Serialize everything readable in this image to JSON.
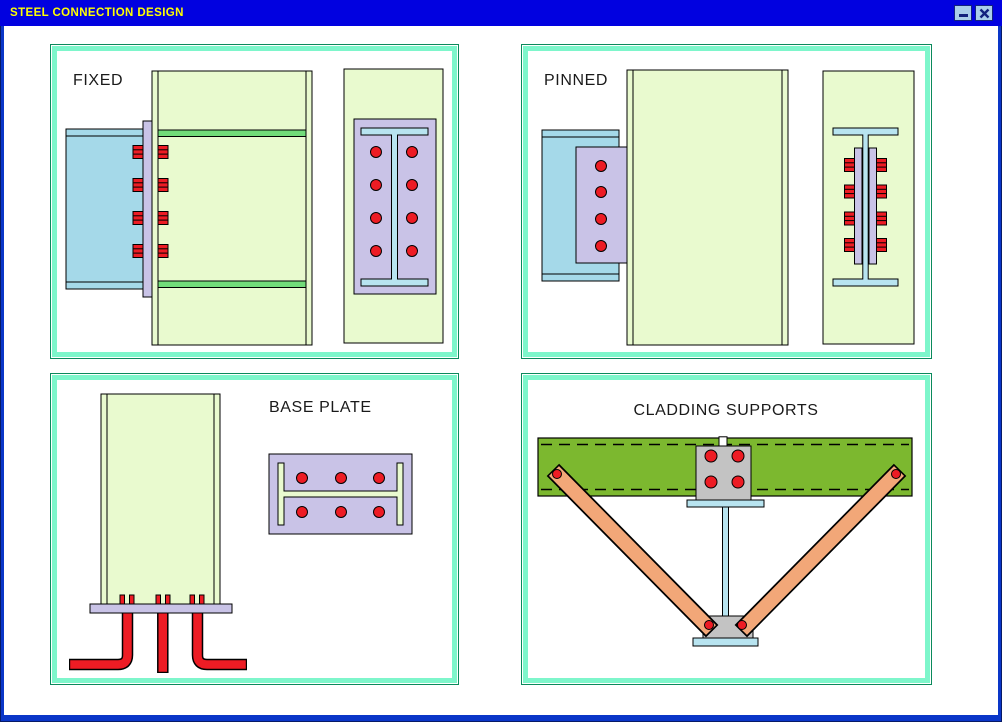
{
  "window": {
    "title": "STEEL CONNECTION DESIGN",
    "controls": {
      "minimize_icon": "minimize-icon",
      "close_icon": "close-icon"
    }
  },
  "panels": [
    {
      "id": "fixed",
      "label": "FIXED"
    },
    {
      "id": "pinned",
      "label": "PINNED"
    },
    {
      "id": "base-plate",
      "label": "BASE PLATE"
    },
    {
      "id": "cladding-supports",
      "label": "CLADDING SUPPORTS"
    }
  ],
  "colors": {
    "titlebar_blue": "#0101E0",
    "title_text": "#FFFF00",
    "frame_blue": "#0A36C8",
    "button_blue": "#A9CDEB",
    "panel_border_mint": "#7EF6CB",
    "panel_border_dark": "#0A8A5C",
    "column_green": "#E9FACF",
    "stiffener_green": "#72DC7A",
    "beam_blue": "#A5D9E9",
    "section_blue": "#B8E4F0",
    "plate_purple": "#C9C3E7",
    "bolt_red": "#ED1C24",
    "girt_olive": "#7CB82F",
    "brace_salmon": "#F2A778",
    "plate_gray": "#C3C3C3"
  }
}
